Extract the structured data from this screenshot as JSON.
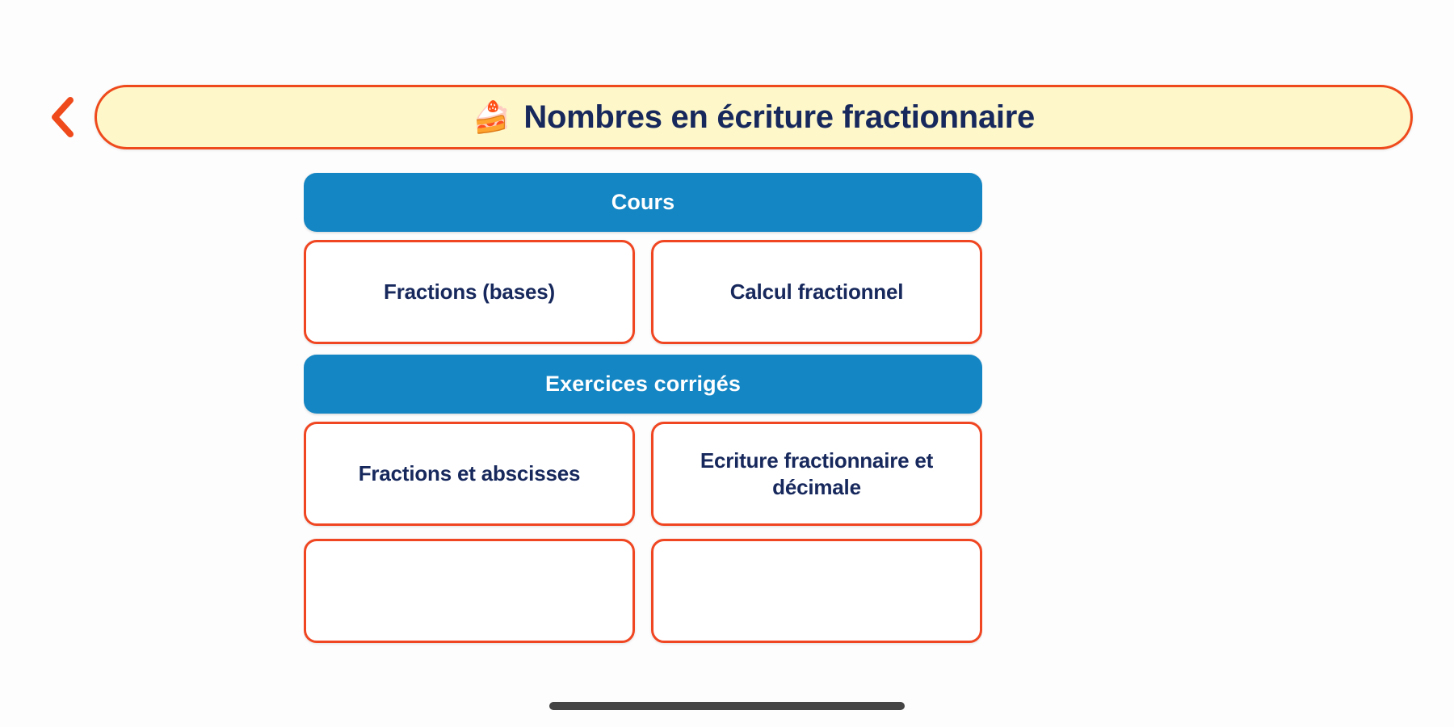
{
  "header": {
    "back_icon": "chevron-left-icon",
    "back_color": "#ef4a1c",
    "title_emoji": "🍰",
    "title_emoji_name": "cake-slice-icon",
    "title": "Nombres en écriture fractionnaire",
    "banner_bg": "#fdf7c9",
    "banner_border": "#ef4a1c",
    "title_color": "#17285c"
  },
  "theme": {
    "page_bg": "#fdfdfd",
    "section_bar_bg": "#1586c4",
    "section_bar_text": "#ffffff",
    "card_bg": "#ffffff",
    "card_border": "#f04622",
    "card_text": "#17285c",
    "home_indicator": "#454545"
  },
  "sections": [
    {
      "id": "cours",
      "label": "Cours",
      "cards": [
        {
          "id": "fractions-bases",
          "label": "Fractions (bases)"
        },
        {
          "id": "calcul-fractionnel",
          "label": "Calcul fractionnel"
        }
      ]
    },
    {
      "id": "exercices-corriges",
      "label": "Exercices corrigés",
      "cards": [
        {
          "id": "fractions-et-abscisses",
          "label": "Fractions et abscisses"
        },
        {
          "id": "ecriture-fractionnaire-et-decimale",
          "label": "Ecriture fractionnaire et décimale"
        },
        {
          "id": "partial-card-left",
          "label": ""
        },
        {
          "id": "partial-card-right",
          "label": ""
        }
      ]
    }
  ]
}
